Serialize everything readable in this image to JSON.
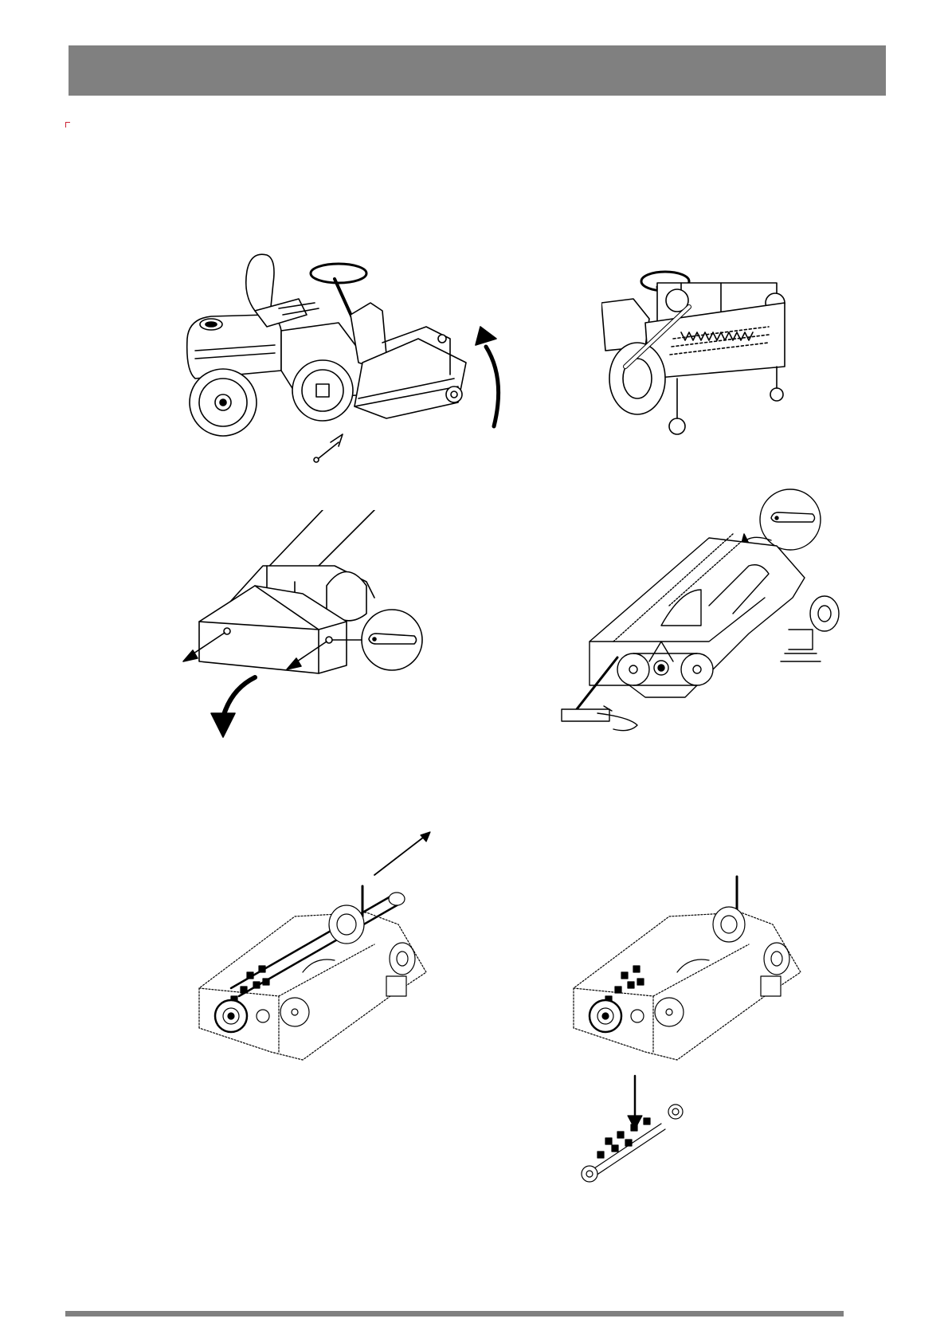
{
  "header": {
    "color": "#808080"
  },
  "footer": {
    "color": "#808080"
  },
  "corner_mark": {
    "color": "#cc2233"
  },
  "figures": [
    {
      "name": "mower-deck-raise",
      "description_icon": "tractor-deck-lift-icon"
    },
    {
      "name": "deck-raised-front",
      "description_icon": "tractor-front-view-icon"
    },
    {
      "name": "cover-removal",
      "description_icon": "cover-remove-icon"
    },
    {
      "name": "belt-tension-release",
      "description_icon": "belt-release-icon"
    },
    {
      "name": "shaft-extraction",
      "description_icon": "shaft-pull-icon"
    },
    {
      "name": "rotor-removal",
      "description_icon": "rotor-remove-icon"
    }
  ]
}
